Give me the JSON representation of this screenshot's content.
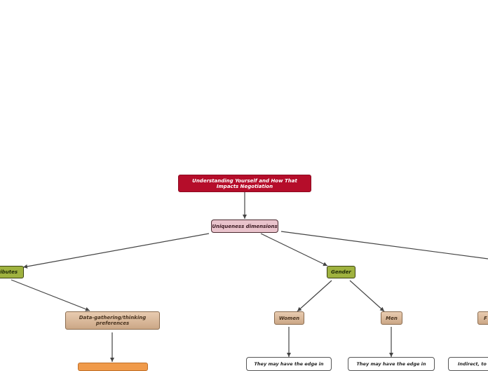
{
  "nodes": {
    "root": "Understanding Yourself and How That Impacts Negotiation",
    "uniqueness": "Uniqueness dimensions",
    "attributes": "ributes",
    "gender": "Gender",
    "data_gathering": "Data-gathering/thinking preferences",
    "women": "Women",
    "men": "Men",
    "f_partial": "F",
    "women_edge": "They may have the edge in",
    "men_edge": "They may have the edge in",
    "indirect": "Indirect, to"
  },
  "colors": {
    "root": "#b50d2a",
    "uniqueness": "#e9c3cc",
    "level2": "#9fb23f",
    "level3": "#d9b999",
    "leaf": "#ffffff",
    "orange": "#f09a4a",
    "edge": "#444444"
  }
}
